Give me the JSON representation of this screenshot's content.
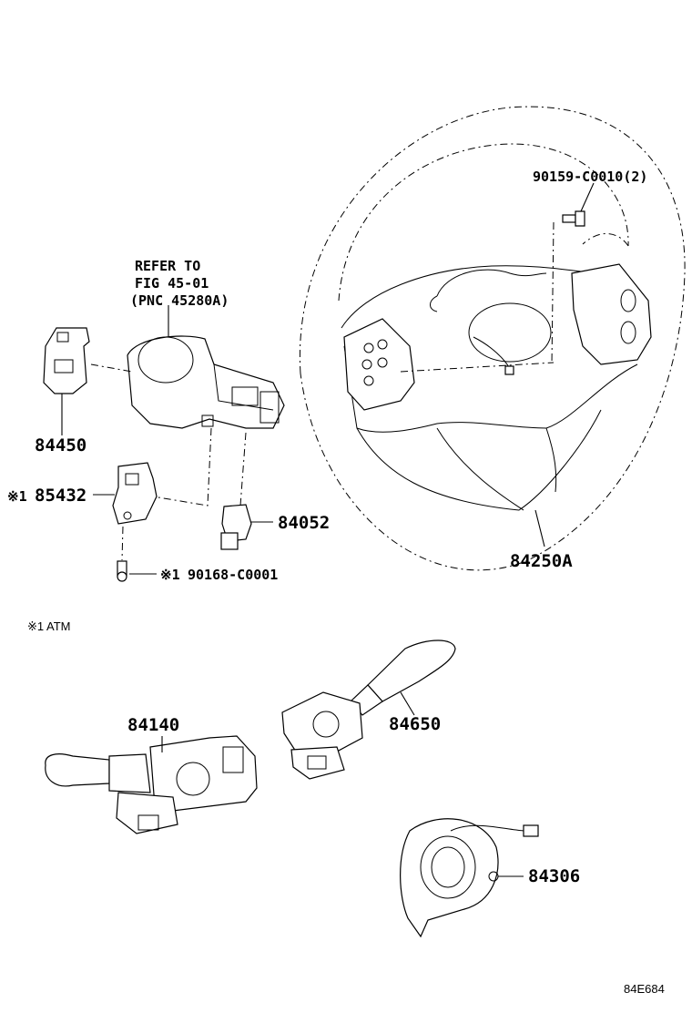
{
  "refer": {
    "line1": "REFER TO",
    "line2": "FIG 45-01",
    "line3": "(PNC 45280A)"
  },
  "parts": {
    "p84450": "84450",
    "p85432_mark": "※1",
    "p85432": "85432",
    "p84052": "84052",
    "p90168_mark": "※1",
    "p90168": "90168-C0001",
    "p90159": "90159-C0010(2)",
    "p84250a": "84250A",
    "p84140": "84140",
    "p84650": "84650",
    "p84306": "84306"
  },
  "note": "※1 ATM",
  "diagram_code": "84E684"
}
